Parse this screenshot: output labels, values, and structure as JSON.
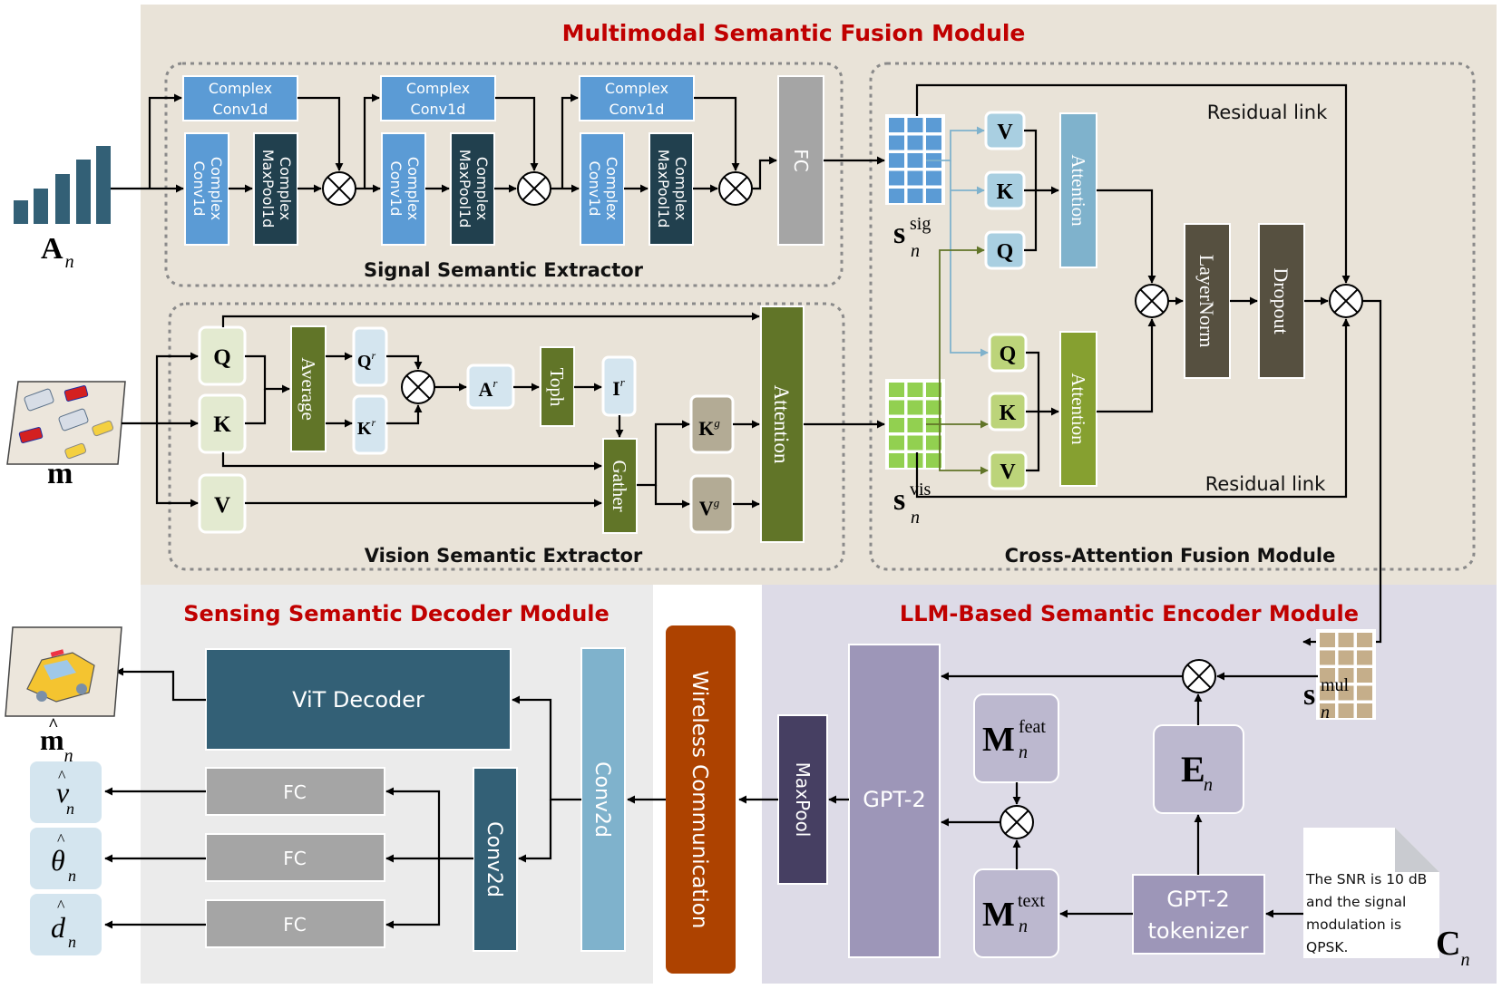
{
  "modules": {
    "fusion": {
      "title": "Multimodal Semantic Fusion Module"
    },
    "decoder": {
      "title": "Sensing Semantic Decoder Module"
    },
    "encoder": {
      "title": "LLM-Based Semantic Encoder Module"
    }
  },
  "signal_extractor": {
    "title": "Signal Semantic Extractor",
    "conv_top": [
      "Complex",
      "Conv1d"
    ],
    "conv_vert": [
      "Complex",
      "Conv1d"
    ],
    "pool_vert": [
      "Complex",
      "MaxPool1d"
    ],
    "fc": "FC",
    "input_symbol": "A",
    "input_sub": "n"
  },
  "vision_extractor": {
    "title": "Vision Semantic Extractor",
    "q": "Q",
    "k": "K",
    "v": "V",
    "average": "Average",
    "qr": "Q",
    "kr": "K",
    "r_sup": "r",
    "ar": "A",
    "toph": "Toph",
    "ir": "I",
    "gather": "Gather",
    "kg": "K",
    "vg": "V",
    "g_sup": "g",
    "attention": "Attention",
    "input_symbol": "m"
  },
  "cross_attention": {
    "title": "Cross-Attention Fusion Module",
    "residual_top": "Residual link",
    "residual_bottom": "Residual link",
    "sig_symbol": "s",
    "sig_sup": "sig",
    "sub": "n",
    "vis_symbol": "s",
    "vis_sup": "vis",
    "v": "V",
    "k": "K",
    "q": "Q",
    "attention": "Attention",
    "layernorm": "LayerNorm",
    "dropout": "Dropout"
  },
  "encoder": {
    "mul_symbol": "s",
    "mul_sup": "mul",
    "sub": "n",
    "gpt2": "GPT-2",
    "maxpool": "MaxPool",
    "mfeat": "M",
    "mfeat_sup": "feat",
    "mtext": "M",
    "mtext_sup": "text",
    "en": "E",
    "tokenizer": [
      "GPT-2",
      "tokenizer"
    ],
    "prompt": [
      "The SNR is 10 dB",
      "and the signal",
      "modulation is",
      "QPSK."
    ],
    "prompt_symbol": "C"
  },
  "wireless": {
    "label": "Wireless Communication"
  },
  "decoder": {
    "vit": "ViT Decoder",
    "fc": "FC",
    "conv2d_outer": "Conv2d",
    "conv2d_inner": "Conv2d",
    "outputs": {
      "m": "m",
      "v": "v",
      "theta": "θ",
      "d": "d",
      "sub": "n"
    }
  },
  "colors": {
    "title_red": "#c00000",
    "fusion_bg": "#e9e3d8",
    "decoder_bg": "#ebebeb",
    "encoder_bg": "#dddbe7",
    "complex_blue": "#5b9bd5",
    "maxpool_dark": "#21404e",
    "fc_gray": "#a5a5a5",
    "olive": "#617528",
    "light_green": "#e3ead0",
    "light_blue": "#d4e5ef",
    "kv_tan": "#b3ab95",
    "att_blue": "#7fb2cc",
    "att_green": "#86a030",
    "qkv_blue": "#a9cfe1",
    "qkv_green": "#bcd47a",
    "dark_brown": "#565040",
    "vit_teal": "#336076",
    "conv2d_light": "#7fb2cc",
    "wireless_orange": "#ad4200",
    "maxpool_purple": "#463f62",
    "gpt_purple": "#9d96b8",
    "m_box": "#bcb8cf",
    "tan_grid": "#c5ae8a"
  }
}
